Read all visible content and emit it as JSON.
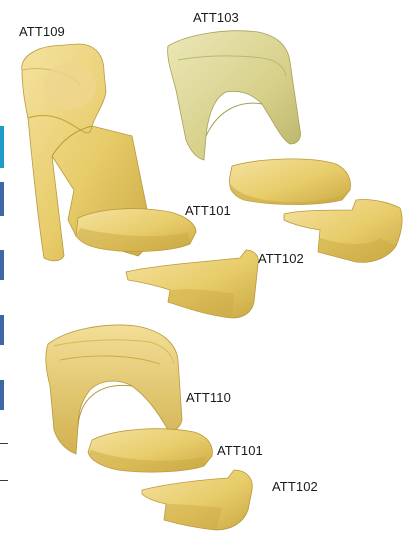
{
  "labels": {
    "att109": "ATT109",
    "att103": "ATT103",
    "att101_top": "ATT101",
    "att102_top": "ATT102",
    "att110": "ATT110",
    "att101_bottom": "ATT101",
    "att102_bottom": "ATT102"
  },
  "colors": {
    "seat_yellow": "#E8CC6A",
    "seat_shadow": "#C9A944",
    "seat_highlight": "#F4E2A0",
    "seat_olive": "#D6D08A",
    "edge_cyan": "#1F9CC8",
    "edge_blue": "#3E68A5"
  },
  "icons": {
    "seat_att109": "bucket-seat-high-back-icon",
    "seat_att103": "bucket-seat-olive-back-icon",
    "seat_att110": "bucket-seat-low-back-icon",
    "cushion": "seat-cushion-icon",
    "armrest": "bolster-armrest-icon"
  }
}
